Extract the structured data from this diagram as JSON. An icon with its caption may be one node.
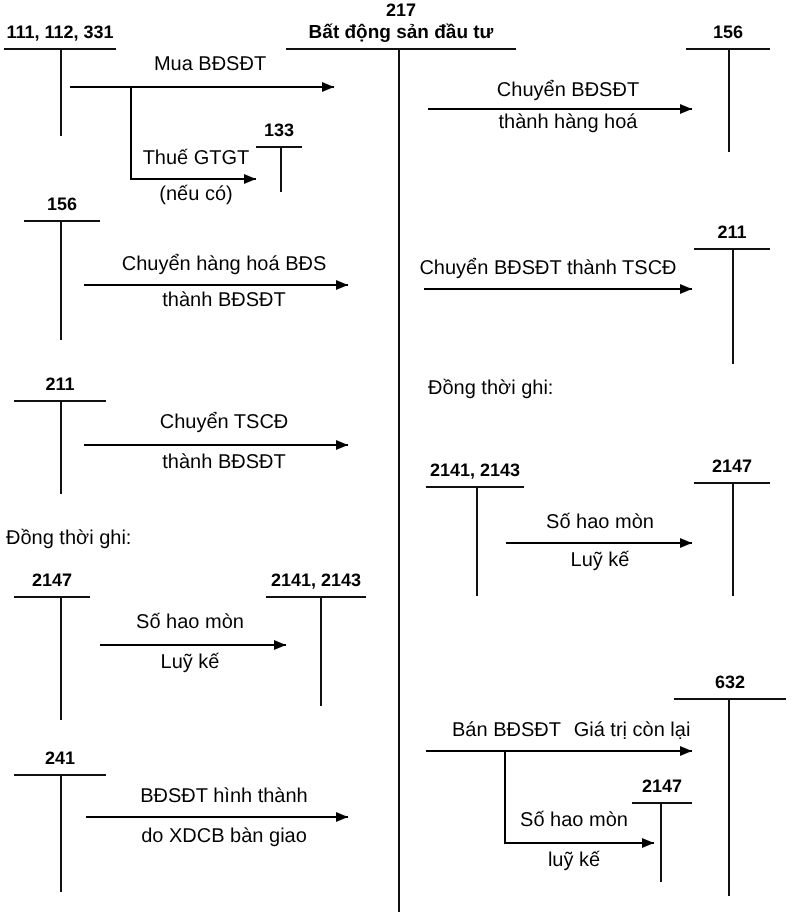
{
  "diagram": {
    "nodes": [
      {
        "text": [
          "111, 112, 331"
        ]
      },
      {
        "text": [
          "217",
          "Bất động sản đầu tư"
        ]
      },
      {
        "text": [
          "156"
        ]
      },
      {
        "text": [
          "133"
        ]
      },
      {
        "text": [
          "156"
        ]
      },
      {
        "text": [
          "211"
        ]
      },
      {
        "text": [
          "211"
        ]
      },
      {
        "text": [
          "2141, 2143"
        ]
      },
      {
        "text": [
          "2147"
        ]
      },
      {
        "text": [
          "2147"
        ]
      },
      {
        "text": [
          "2141, 2143"
        ]
      },
      {
        "text": [
          "632"
        ]
      },
      {
        "text": [
          "241"
        ]
      },
      {
        "text": [
          "2147"
        ]
      }
    ],
    "edges": [
      {
        "from": 0,
        "to": 1,
        "arrow": "to",
        "label": "Mua BĐSĐT"
      },
      {
        "from": 0,
        "to": 3,
        "arrow": "to",
        "label": "Thuế GTGT (nếu có)"
      },
      {
        "from": 1,
        "to": 2,
        "arrow": "to",
        "label": "Chuyển BĐSĐT thành hàng hoá"
      },
      {
        "from": 4,
        "to": 1,
        "arrow": "to",
        "label": "Chuyển hàng hoá BĐS thành BĐSĐT"
      },
      {
        "from": 1,
        "to": 5,
        "arrow": "to",
        "label": "Chuyển BĐSĐT thành TSCĐ"
      },
      {
        "from": 6,
        "to": 1,
        "arrow": "to",
        "label": "Chuyển TSCĐ thành BĐSĐT"
      },
      {
        "from": 7,
        "to": 8,
        "arrow": "to",
        "label": "Số hao mòn Luỹ kế"
      },
      {
        "from": 9,
        "to": 10,
        "arrow": "to",
        "label": "Số hao mòn Luỹ kế"
      },
      {
        "from": 1,
        "to": 11,
        "arrow": "to",
        "label": "Giá trị còn lại"
      },
      {
        "from": 1,
        "to": 13,
        "arrow": "to",
        "label": "Số hao mòn luỹ kế"
      },
      {
        "from": 12,
        "to": 1,
        "arrow": "to",
        "label": "BĐSĐT hình thành do XDCB bàn giao"
      }
    ],
    "labels": [
      "Đồng thời ghi:",
      "Đồng thời ghi:",
      "Bán BĐSĐT"
    ]
  }
}
